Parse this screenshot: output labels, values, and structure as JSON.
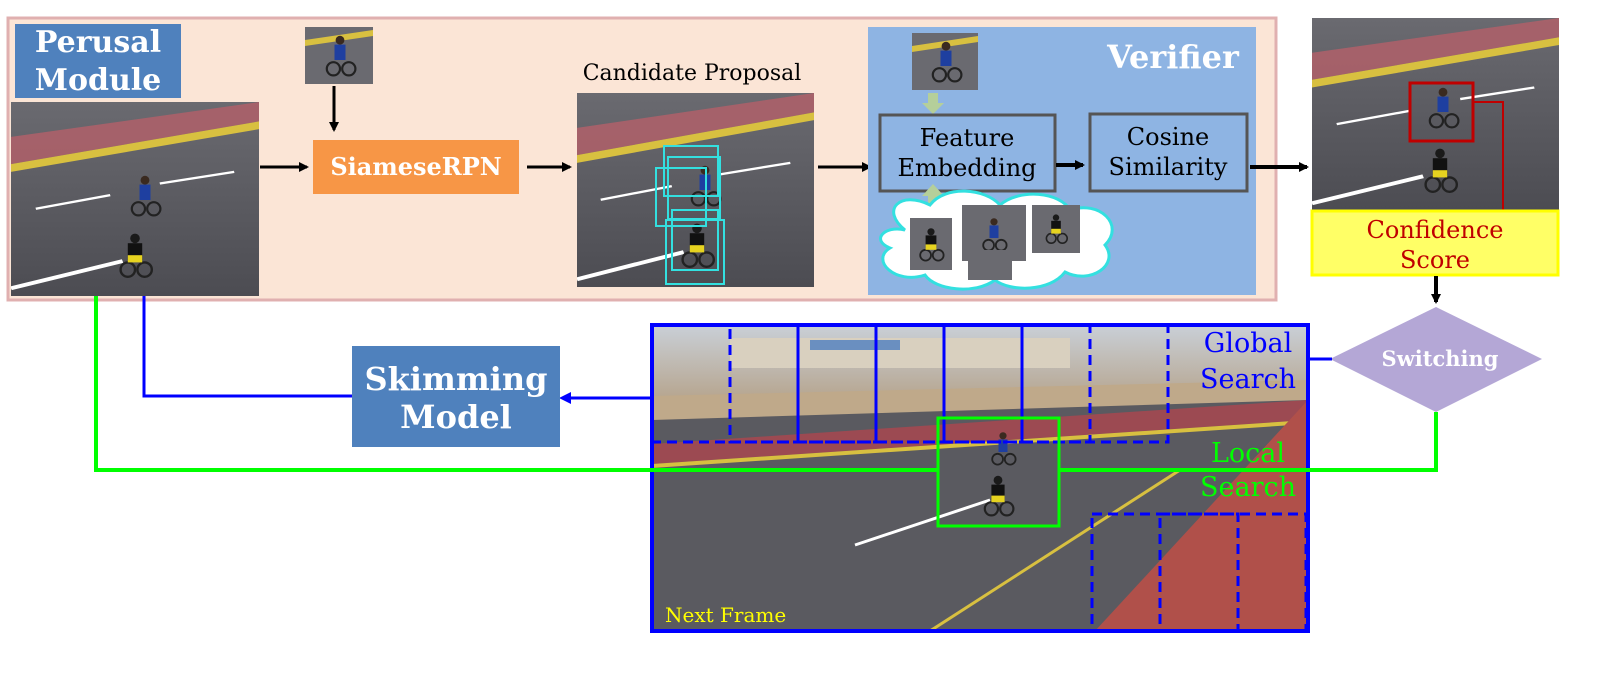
{
  "perusal": {
    "title_line1": "Perusal",
    "title_line2": "Module"
  },
  "siamese": {
    "label": "SiameseRPN"
  },
  "candidate": {
    "label": "Candidate Proposal"
  },
  "verifier": {
    "title": "Verifier",
    "feature_line1": "Feature",
    "feature_line2": "Embedding",
    "cosine_line1": "Cosine",
    "cosine_line2": "Similarity"
  },
  "confidence": {
    "line1": "Confidence",
    "line2": "Score"
  },
  "switching": {
    "label": "Switching"
  },
  "skimming": {
    "line1": "Skimming",
    "line2": "Model"
  },
  "global_search": {
    "line1": "Global",
    "line2": "Search"
  },
  "local_search": {
    "line1": "Local",
    "line2": "Search"
  },
  "next_frame": {
    "label": "Next Frame"
  },
  "colors": {
    "perusal_bg": "#fbe5d6",
    "perusal_border": "#e0b0b0",
    "blue_box": "#4f81bd",
    "siamese": "#f79646",
    "verifier_bg": "#8eb4e3",
    "inner_box": "#8eb4e3",
    "confidence_bg": "#ffff66",
    "confidence_text": "#c00000",
    "switching": "#b4a7d6",
    "global_blue": "#0000ff",
    "local_green": "#00ff00",
    "next_frame_text": "#ffff00",
    "candidate_box": "#33e0e0",
    "target_box": "#c00000"
  }
}
